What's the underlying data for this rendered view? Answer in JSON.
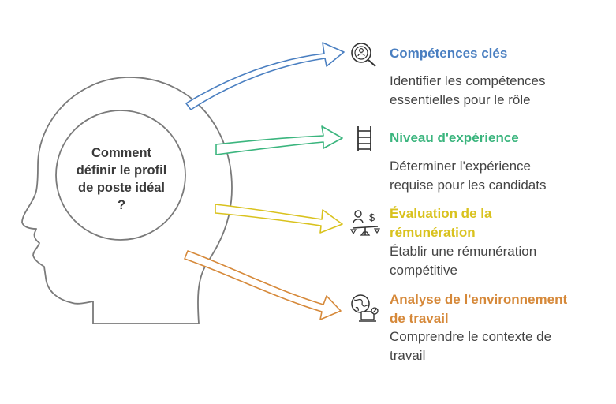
{
  "center": {
    "lines": [
      "Comment",
      "définir le profil",
      "de poste idéal",
      "?"
    ]
  },
  "items": [
    {
      "title_lines": [
        "Compétences clés"
      ],
      "desc_lines": [
        "Identifier les compétences",
        "essentielles pour le rôle"
      ],
      "color": "#4a7fc1",
      "icon": "search-person-icon"
    },
    {
      "title_lines": [
        "Niveau d'expérience"
      ],
      "desc_lines": [
        "Déterminer l'expérience",
        "requise pour les candidats"
      ],
      "color": "#3bb57e",
      "icon": "ladder-icon"
    },
    {
      "title_lines": [
        "Évaluation de la",
        "rémunération"
      ],
      "desc_lines": [
        "Établir une rémunération",
        "compétitive"
      ],
      "color": "#d9c21e",
      "icon": "salary-scale-icon"
    },
    {
      "title_lines": [
        "Analyse de l'environnement",
        "de travail"
      ],
      "desc_lines": [
        "Comprendre le contexte de",
        "travail"
      ],
      "color": "#d6893a",
      "icon": "globe-laptop-icon"
    }
  ]
}
